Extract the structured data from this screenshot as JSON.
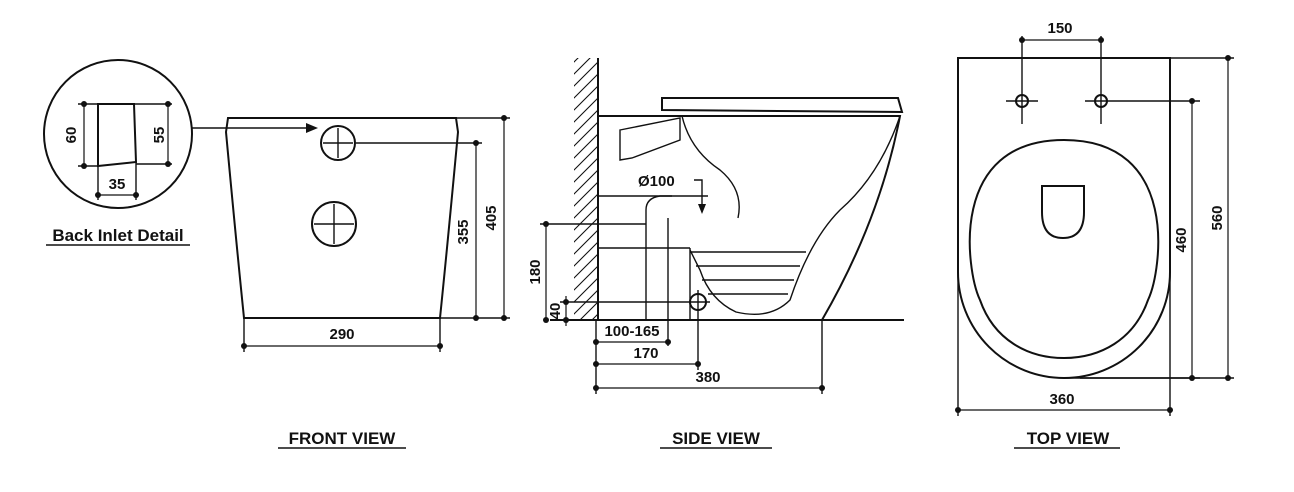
{
  "captions": {
    "back_inlet": "Back Inlet Detail",
    "front_view": "FRONT VIEW",
    "side_view": "SIDE VIEW",
    "top_view": "TOP VIEW"
  },
  "dimensions": {
    "inlet_height_60": "60",
    "inlet_height_55": "55",
    "inlet_width_35": "35",
    "front_width_290": "290",
    "front_height_355": "355",
    "front_height_405": "405",
    "side_pipe_dia": "Ø100",
    "side_height_180": "180",
    "side_height_40": "40",
    "side_offset_100_165": "100-165",
    "side_offset_170": "170",
    "side_depth_380": "380",
    "top_width_150": "150",
    "top_length_460": "460",
    "top_length_560": "560",
    "top_width_360": "360"
  }
}
